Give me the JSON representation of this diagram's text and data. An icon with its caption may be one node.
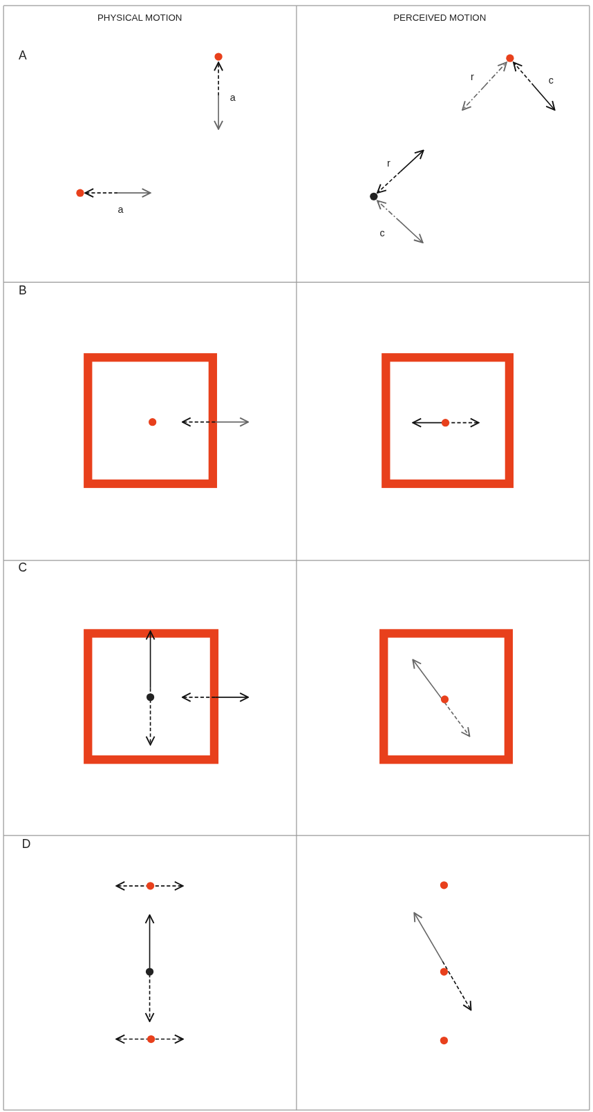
{
  "diagram": {
    "labels": [
      "PHYSICAL MOTION",
      "PERCEIVED MOTION",
      "A",
      "a",
      "r",
      "c",
      "a",
      "r",
      "c",
      "B",
      "C",
      "D"
    ]
  }
}
